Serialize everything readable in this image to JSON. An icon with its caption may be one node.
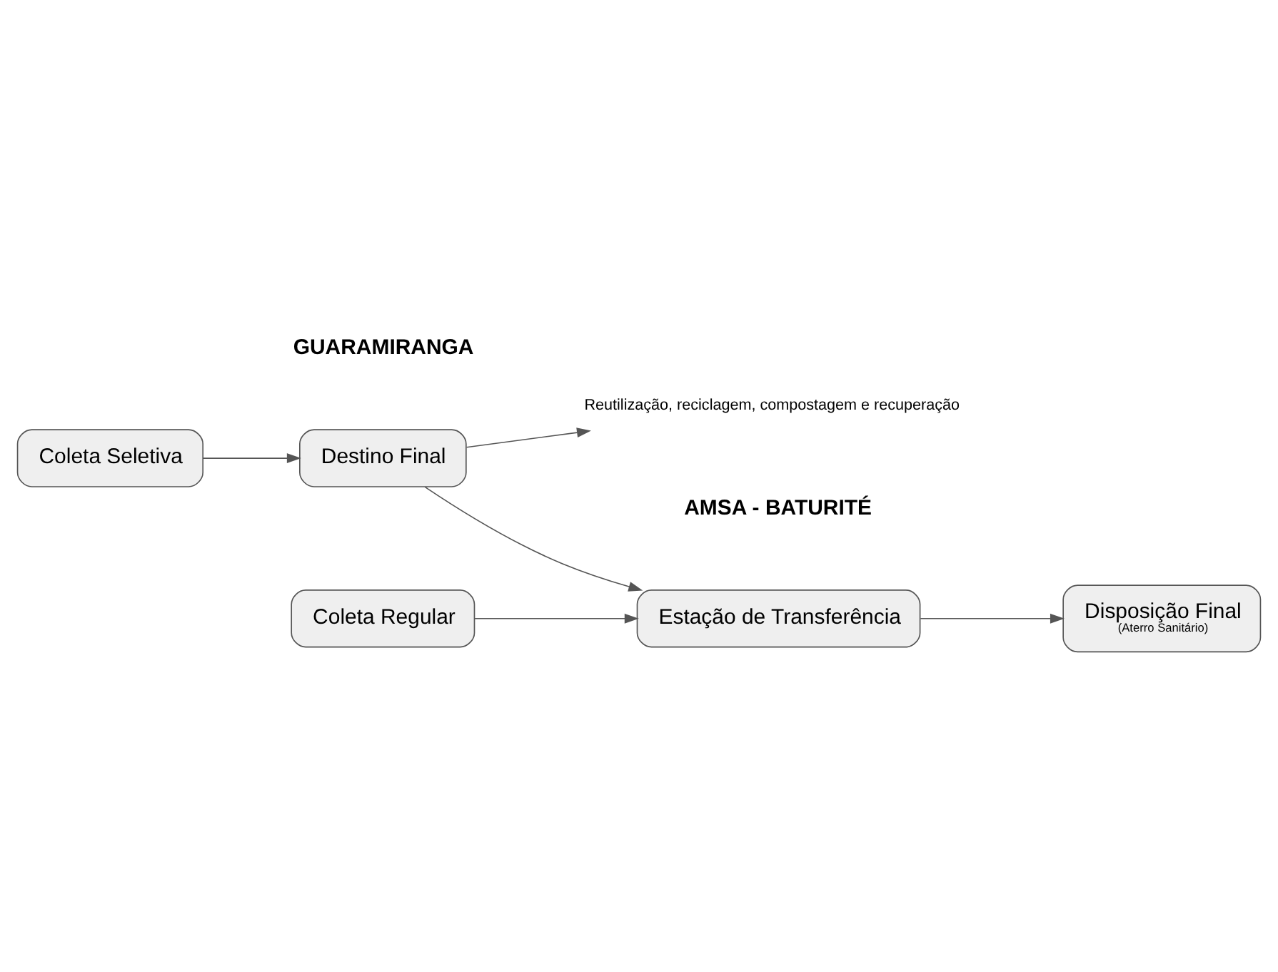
{
  "diagram": {
    "nodes": [
      {
        "text": [
          "Coleta Regular"
        ]
      },
      {
        "text": [
          "Coleta Seletiva"
        ]
      },
      {
        "text": [
          "Destino Final"
        ]
      },
      {
        "text": [
          "Estação de Transferência"
        ]
      },
      {
        "text": [
          "Disposição Final",
          "(Aterro Sanitário)"
        ]
      },
      {
        "text": [
          "Reutilização, reciclagem, compostagem e recuperação"
        ]
      }
    ],
    "edges": [
      {
        "from": 0,
        "to": 3,
        "arrow": "to"
      },
      {
        "from": 1,
        "to": 2,
        "arrow": "to"
      },
      {
        "from": 2,
        "to": 3,
        "arrow": "to"
      },
      {
        "from": 3,
        "to": 4,
        "arrow": "to"
      },
      {
        "from": 2,
        "to": 5,
        "arrow": "to"
      }
    ],
    "labels": [
      "GUARAMIRANGA",
      "AMSA - BATURITÉ"
    ]
  }
}
